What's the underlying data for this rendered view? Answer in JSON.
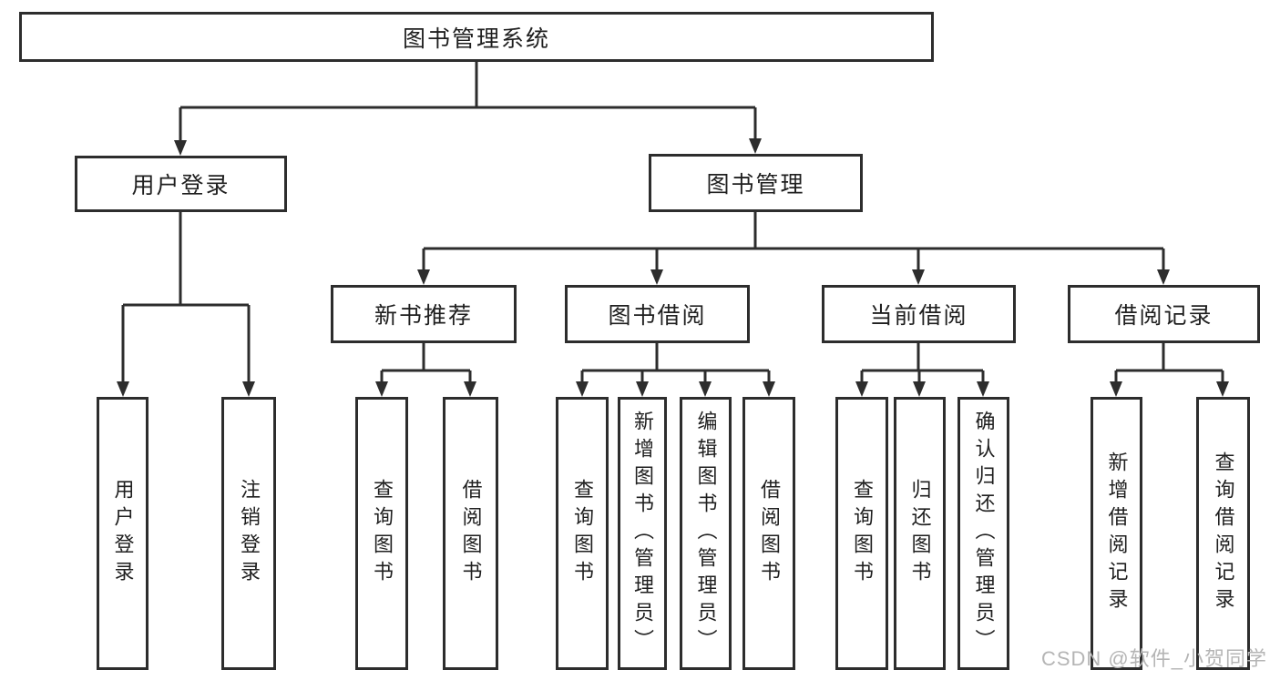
{
  "diagram": {
    "watermark": "CSDN @软件_小贺同学",
    "colors": {
      "line": "#2d2d2d",
      "box_border": "#2d2d2d",
      "text": "#1f1f1f",
      "watermark": "#b5b5b5",
      "background": "#ffffff"
    },
    "nodes": {
      "root": {
        "label": "图书管理系统"
      },
      "user_login": {
        "label": "用户登录",
        "children": [
          {
            "label": "用户登录"
          },
          {
            "label": "注销登录"
          }
        ]
      },
      "book_mgmt": {
        "label": "图书管理",
        "children": [
          {
            "label": "新书推荐",
            "children": [
              {
                "label": "查询图书"
              },
              {
                "label": "借阅图书"
              }
            ]
          },
          {
            "label": "图书借阅",
            "children": [
              {
                "label": "查询图书"
              },
              {
                "label": "新增图书（管理员）"
              },
              {
                "label": "编辑图书（管理员）"
              },
              {
                "label": "借阅图书"
              }
            ]
          },
          {
            "label": "当前借阅",
            "children": [
              {
                "label": "查询图书"
              },
              {
                "label": "归还图书"
              },
              {
                "label": "确认归还（管理员）"
              }
            ]
          },
          {
            "label": "借阅记录",
            "children": [
              {
                "label": "新增借阅记录"
              },
              {
                "label": "查询借阅记录"
              }
            ]
          }
        ]
      }
    }
  }
}
